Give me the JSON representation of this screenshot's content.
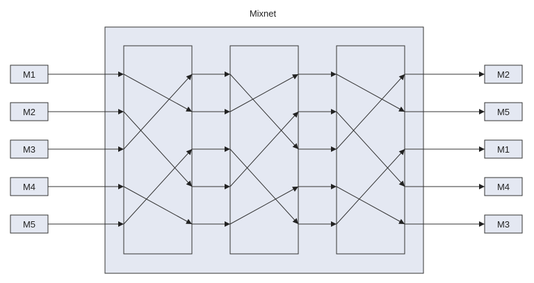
{
  "title": "Mixnet",
  "inputs": [
    "M1",
    "M2",
    "M3",
    "M4",
    "M5"
  ],
  "outputs": [
    "M2",
    "M5",
    "M1",
    "M4",
    "M3"
  ],
  "colors": {
    "container_fill": "#e4e8f2",
    "stage_fill": "#e4e8f2",
    "stroke": "#333333",
    "node_fill": "#e4e8f2"
  },
  "stages": [
    {
      "permutation": [
        1,
        3,
        0,
        4,
        2
      ]
    },
    {
      "permutation": [
        2,
        0,
        4,
        1,
        3
      ]
    },
    {
      "permutation": [
        1,
        3,
        0,
        4,
        2
      ]
    }
  ]
}
